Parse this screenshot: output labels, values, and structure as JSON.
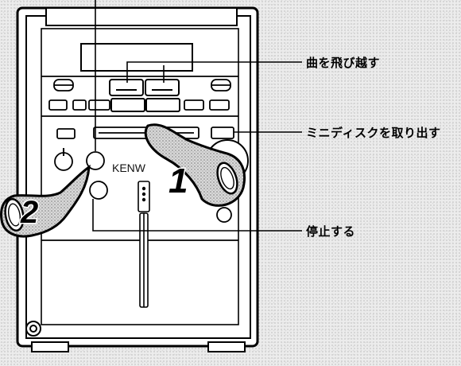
{
  "device": {
    "brand": "KENW"
  },
  "callouts": {
    "skip": "曲を飛び越す",
    "eject": "ミニディスクを取り出す",
    "stop": "停止する"
  },
  "steps": {
    "step1": "1",
    "step2": "2"
  },
  "colors": {
    "outline": "#000000",
    "panel": "#ffffff",
    "finger_fill": "#bdbdbd",
    "dot_background": "#ececec"
  }
}
